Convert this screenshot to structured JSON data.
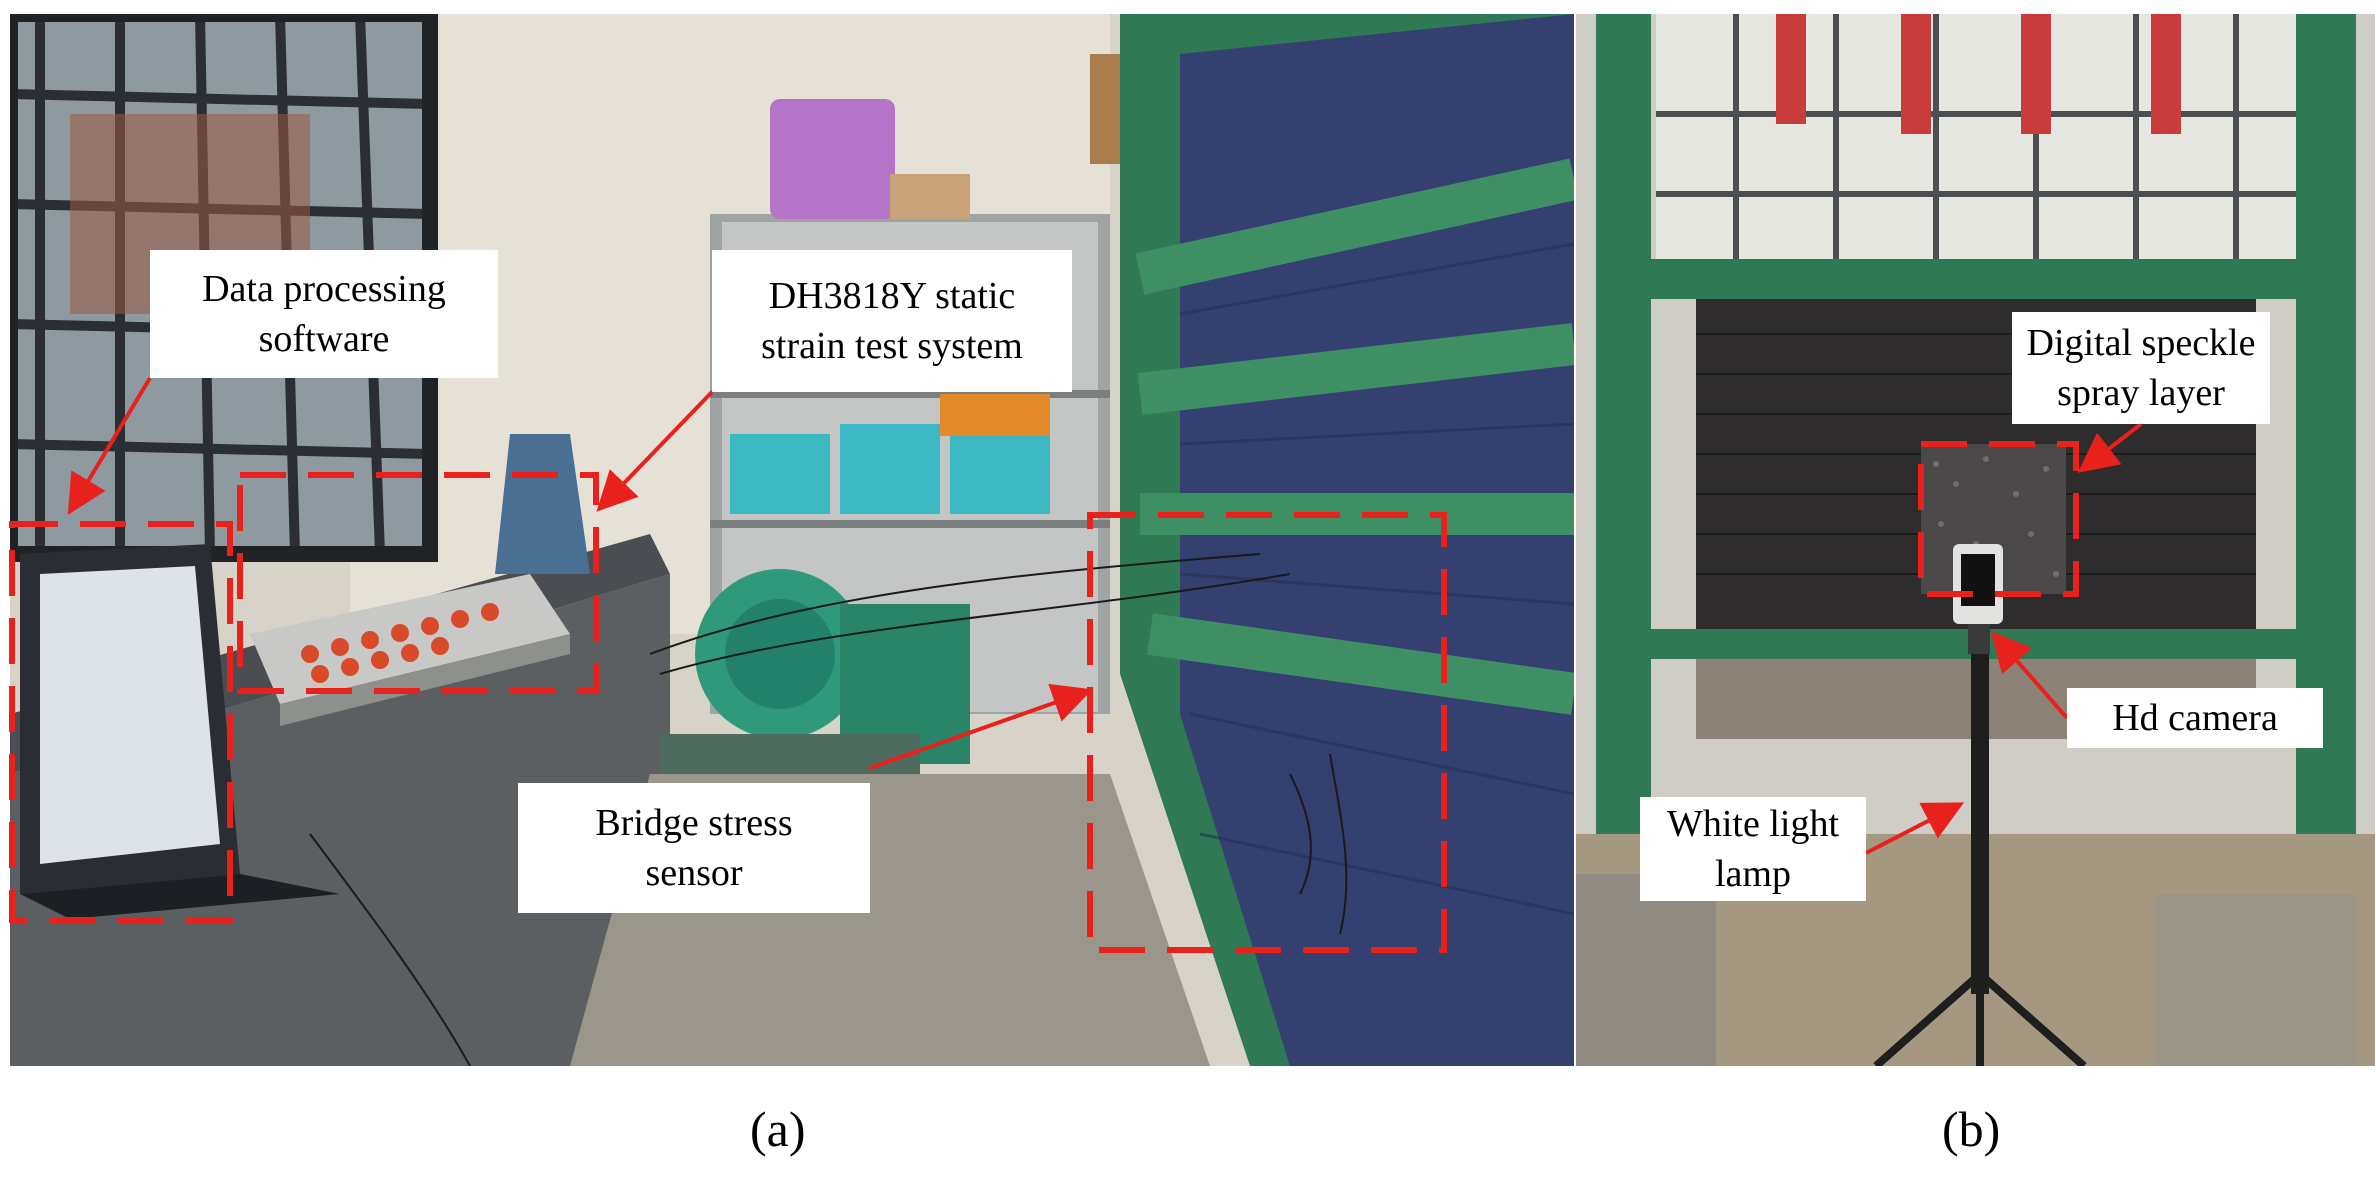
{
  "panels": [
    {
      "label": "(a)",
      "callouts": {
        "software": [
          "Data processing",
          "software"
        ],
        "strain_system": [
          "DH3818Y static",
          "strain test system"
        ],
        "sensor": [
          "Bridge stress",
          "sensor"
        ]
      }
    },
    {
      "label": "(b)",
      "callouts": {
        "speckle": [
          "Digital speckle",
          "spray layer"
        ],
        "camera": [
          "Hd camera"
        ],
        "lamp": [
          "White light",
          "lamp"
        ]
      }
    }
  ],
  "colors": {
    "annotation_red": "#e8211c",
    "callout_bg": "#ffffff",
    "wall_blue": "#2f3d6e",
    "frame_green": "#2f7a55",
    "speckle_dark": "#2b2b2b"
  }
}
